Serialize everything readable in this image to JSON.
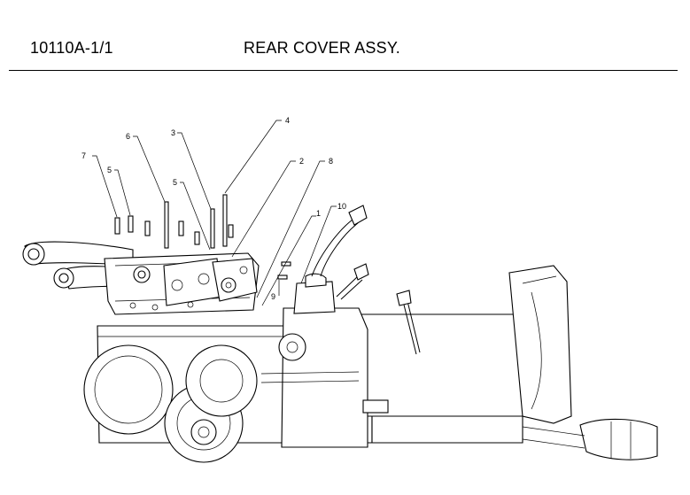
{
  "header": {
    "part_number": "10110A-1/1",
    "title": "REAR COVER ASSY."
  },
  "callouts": [
    "1",
    "2",
    "3",
    "4",
    "5",
    "5",
    "6",
    "7",
    "8",
    "9",
    "10"
  ]
}
